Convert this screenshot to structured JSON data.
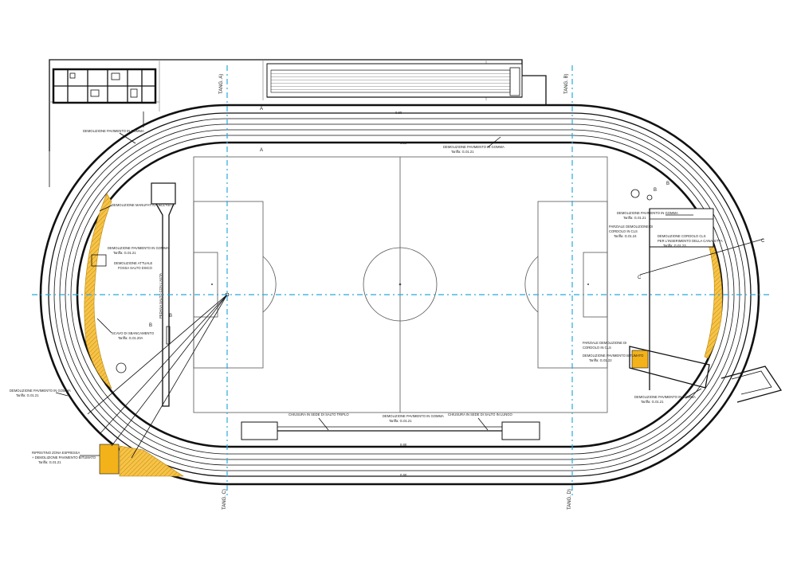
{
  "axes_labels": {
    "tang_a": "TANG. A)",
    "tang_b": "TANG. B)",
    "tang_c": "TANG. C)",
    "tang_d": "TANG. D)"
  },
  "notes": {
    "demolizione_top_left": "DEMOLIZIONE PAVIMENTO IN GOMMA",
    "demolizione_top_center": "DEMOLIZIONE PAVIMENTO IN GOMMA",
    "demolizione_top_center_ref": "Tariffa: G.01.21",
    "demolizione_manufatto": "DEMOLIZIONE MANUFATTO DELL'ASTA",
    "demolizione_gomma_left": "DEMOLIZIONE PAVIMENTO IN GOMMA",
    "demolizione_gomma_left_ref": "Tariffa: G.01.21",
    "demolizione_attuale": "DEMOLIZIONE ATTUALE",
    "demolizione_attuale_2": "FOSSA SALTO DISCO",
    "scavo": "SCAVO DI SBANCAMENTO",
    "scavo_ref": "Tariffa: G.01.20A",
    "demolizione_bottom_left": "DEMOLIZIONE PAVIMENTO IN GOMMA",
    "demolizione_bottom_left_ref": "Tariffa: G.01.21",
    "ripristino": "RIPRISTINO ZONA ESPRESSA",
    "ripristino_2": "+ DEMOLIZIONE PAVIMENTO BITUMATO",
    "ripristino_ref": "Tariffa: G.01.21",
    "right_1": "DEMOLIZIONE PAVIMENTO IN GOMMA",
    "right_1_ref": "Tariffa: G.01.21",
    "right_2": "PARZIALE DEMOLIZIONE DI",
    "right_2b": "CORDOLO IN CLS",
    "right_2_ref": "Tariffa: G.01.24",
    "right_3": "DEMOLIZIONE CORDOLO CLS",
    "right_3b": "PER L'INSERIMENTO DELLA CANALETTA",
    "right_3_ref": "Tariffa: G.01.23",
    "right_4": "PARZIALE DEMOLIZIONE DI",
    "right_4b": "CORDOLO IN CLS",
    "right_4c": "DEMOLIZIONE PAVIMENTO BITUMATO",
    "right_4_ref": "Tariffa: G.01.22",
    "right_5": "DEMOLIZIONE PAVIMENTO IN GOMMA",
    "right_5_ref": "Tariffa: G.01.21",
    "bottom_1": "CHIUSURA IN SEDE DI SALTO TRIPLO",
    "bottom_2": "DEMOLIZIONE PAVIMENTO IN GOMMA",
    "bottom_2_ref": "Tariffa: G.01.21",
    "bottom_3": "CHIUSURA IN SEDE DI SALTO IN LUNGO",
    "pedana": "PEDANA SALTO CON L'ASTA",
    "dim": "0.80"
  },
  "markers": {
    "a": "A",
    "b": "B",
    "c": "C"
  },
  "colors": {
    "highlight": "#f3b21a",
    "axis": "#29a9e0",
    "line": "#111111"
  }
}
